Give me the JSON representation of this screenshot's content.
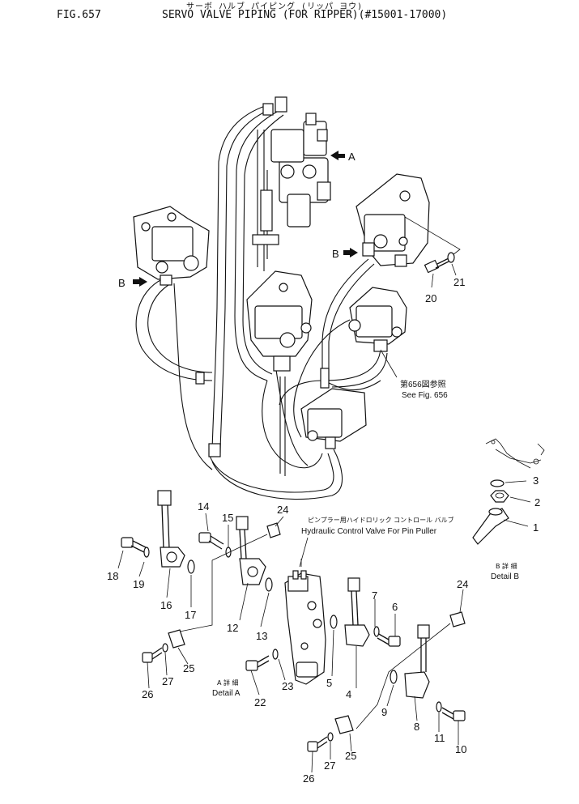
{
  "header": {
    "fig_number": "FIG.657",
    "title": "SERVO VALVE PIPING (FOR RIPPER)(#15001-17000)",
    "kana_title": "サーボ ハルブ パイピング (リッパ ヨウ)"
  },
  "view_markers": {
    "a": "A",
    "b": "B"
  },
  "reference_note": {
    "jp": "第656図参照",
    "en": "See Fig. 656"
  },
  "control_valve_note": {
    "jp": "ピンプラー用ハイドロリック コントロール バルブ",
    "en": "Hydraulic Control Valve For Pin Puller"
  },
  "details": {
    "a": {
      "jp": "A 詳 細",
      "en": "Detail A"
    },
    "b": {
      "jp": "B 詳 細",
      "en": "Detail B"
    }
  },
  "part_numbers": {
    "p1": "1",
    "p2": "2",
    "p3": "3",
    "p4": "4",
    "p5": "5",
    "p6": "6",
    "p7": "7",
    "p8": "8",
    "p9": "9",
    "p10": "10",
    "p11": "11",
    "p12": "12",
    "p13": "13",
    "p14": "14",
    "p15": "15",
    "p16": "16",
    "p17": "17",
    "p18": "18",
    "p19": "19",
    "p20": "20",
    "p21": "21",
    "p22": "22",
    "p23": "23",
    "p24a": "24",
    "p24b": "24",
    "p25a": "25",
    "p25b": "25",
    "p26a": "26",
    "p26b": "26",
    "p27a": "27",
    "p27b": "27"
  }
}
